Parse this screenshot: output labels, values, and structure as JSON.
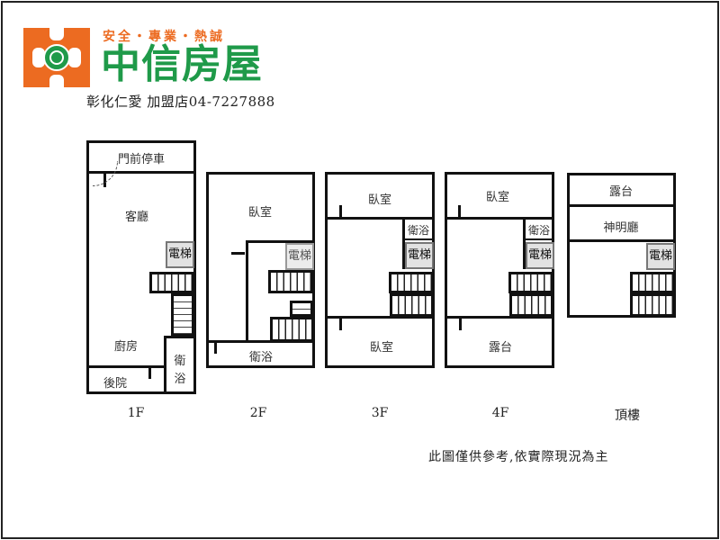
{
  "header": {
    "slogan": "安全・專業・熱誠",
    "brand_name": "中信房屋",
    "branch_info": "彰化仁愛 加盟店04-7227888",
    "colors": {
      "brand_green": "#1f9a49",
      "brand_orange": "#ec6b21"
    }
  },
  "floors": [
    {
      "label": "1F",
      "rooms": [
        "門前停車",
        "客廳",
        "廚房",
        "後院",
        "衛",
        "浴"
      ],
      "elevator": "電梯"
    },
    {
      "label": "2F",
      "rooms": [
        "臥室",
        "衛浴"
      ],
      "elevator": "電梯"
    },
    {
      "label": "3F",
      "rooms": [
        "臥室",
        "衛浴",
        "臥室"
      ],
      "elevator": "電梯"
    },
    {
      "label": "4F",
      "rooms": [
        "臥室",
        "衛浴",
        "露台"
      ],
      "elevator": "電梯"
    },
    {
      "label": "頂樓",
      "rooms": [
        "露台",
        "神明廳"
      ],
      "elevator": "電梯"
    }
  ],
  "footer": {
    "disclaimer": "此圖僅供參考,依實際現況為主"
  }
}
